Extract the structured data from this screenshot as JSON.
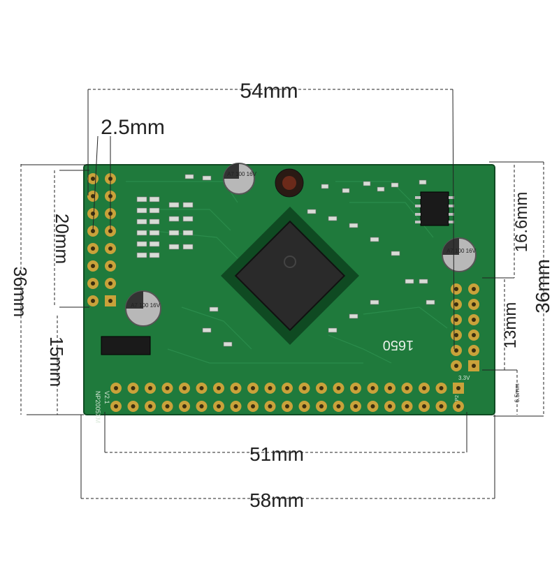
{
  "dimensions": {
    "top_width": "54mm",
    "pin_pitch": "2.5mm",
    "left_header_length": "20mm",
    "left_height_outer": "36mm",
    "left_lower_offset": "15mm",
    "right_height": "36mm",
    "right_upper_offset": "16.6mm",
    "right_lower_offset": "13mm",
    "right_small_offset": "6.5mm",
    "bottom_header_length": "51mm",
    "bottom_width": "58mm"
  },
  "board": {
    "color": "#1f7a3c",
    "dark_color": "#14552a",
    "pad_color": "#c9a23a",
    "chip_label": "1650",
    "silk_labels": {
      "board_name": "NP2005XM",
      "version": "V2.1",
      "cap_top": "A7 100 16V",
      "cap_left": "A7 100 16V",
      "cap_right": "A7 100 16V",
      "jp_right": "JP2",
      "v33": "3.3V"
    }
  }
}
